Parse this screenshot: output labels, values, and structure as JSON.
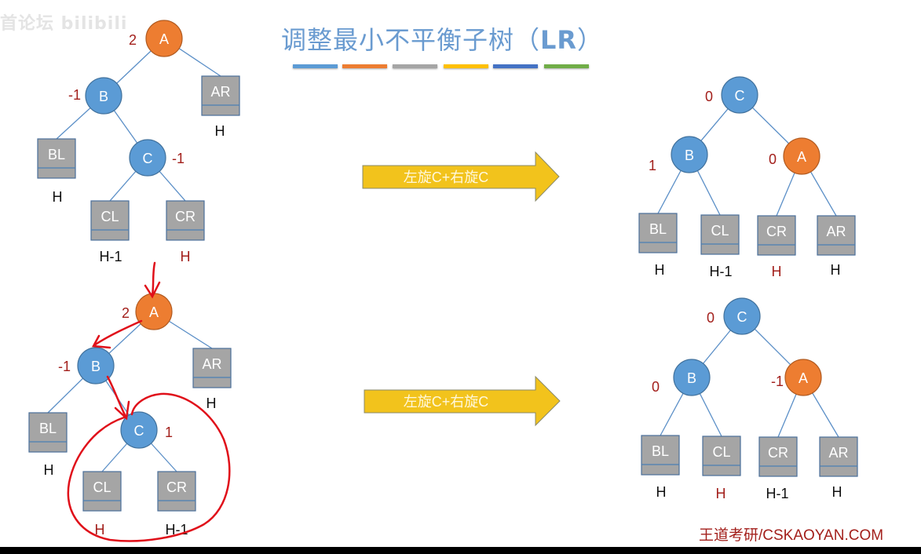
{
  "watermark": "首论坛 bilibili",
  "title": {
    "main": "调整最小不平衡子树（",
    "tag": "LR",
    "close": "）"
  },
  "color_bars": [
    "#5b9bd5",
    "#ed7d31",
    "#a5a5a5",
    "#ffc000",
    "#4472c4",
    "#70ad47"
  ],
  "colors": {
    "node_blue": "#5b9bd5",
    "node_orange": "#ed7d31",
    "subtree_gray": "#a5a5a5",
    "balance_red": "#a3201c",
    "arrow_yellow": "#f2c31c",
    "annotation_red": "#e0101a"
  },
  "arrows": [
    {
      "label": "左旋C+右旋C"
    },
    {
      "label": "左旋C+右旋C"
    }
  ],
  "footer": "王道考研/CSKAOYAN.COM",
  "trees": [
    {
      "name": "before-1",
      "nodes": [
        {
          "id": "A",
          "label": "A",
          "color": "orange",
          "bf": "2"
        },
        {
          "id": "B",
          "label": "B",
          "color": "blue",
          "bf": "-1"
        },
        {
          "id": "C",
          "label": "C",
          "color": "blue",
          "bf": "-1"
        }
      ],
      "subtrees": [
        {
          "id": "BL",
          "label": "BL",
          "height": "H",
          "red": false
        },
        {
          "id": "CL",
          "label": "CL",
          "height": "H-1",
          "red": false
        },
        {
          "id": "CR",
          "label": "CR",
          "height": "H",
          "red": true
        },
        {
          "id": "AR",
          "label": "AR",
          "height": "H",
          "red": false
        }
      ]
    },
    {
      "name": "after-1",
      "nodes": [
        {
          "id": "C",
          "label": "C",
          "color": "blue",
          "bf": "0"
        },
        {
          "id": "B",
          "label": "B",
          "color": "blue",
          "bf": "1"
        },
        {
          "id": "A",
          "label": "A",
          "color": "orange",
          "bf": "0"
        }
      ],
      "subtrees": [
        {
          "id": "BL",
          "label": "BL",
          "height": "H",
          "red": false
        },
        {
          "id": "CL",
          "label": "CL",
          "height": "H-1",
          "red": false
        },
        {
          "id": "CR",
          "label": "CR",
          "height": "H",
          "red": true
        },
        {
          "id": "AR",
          "label": "AR",
          "height": "H",
          "red": false
        }
      ]
    },
    {
      "name": "before-2",
      "nodes": [
        {
          "id": "A",
          "label": "A",
          "color": "orange",
          "bf": "2"
        },
        {
          "id": "B",
          "label": "B",
          "color": "blue",
          "bf": "-1"
        },
        {
          "id": "C",
          "label": "C",
          "color": "blue",
          "bf": "1"
        }
      ],
      "subtrees": [
        {
          "id": "BL",
          "label": "BL",
          "height": "H",
          "red": false
        },
        {
          "id": "CL",
          "label": "CL",
          "height": "H",
          "red": true
        },
        {
          "id": "CR",
          "label": "CR",
          "height": "H-1",
          "red": false
        },
        {
          "id": "AR",
          "label": "AR",
          "height": "H",
          "red": false
        }
      ]
    },
    {
      "name": "after-2",
      "nodes": [
        {
          "id": "C",
          "label": "C",
          "color": "blue",
          "bf": "0"
        },
        {
          "id": "B",
          "label": "B",
          "color": "blue",
          "bf": "0"
        },
        {
          "id": "A",
          "label": "A",
          "color": "orange",
          "bf": "-1"
        }
      ],
      "subtrees": [
        {
          "id": "BL",
          "label": "BL",
          "height": "H",
          "red": false
        },
        {
          "id": "CL",
          "label": "CL",
          "height": "H",
          "red": true
        },
        {
          "id": "CR",
          "label": "CR",
          "height": "H-1",
          "red": false
        },
        {
          "id": "AR",
          "label": "AR",
          "height": "H",
          "red": false
        }
      ]
    }
  ]
}
